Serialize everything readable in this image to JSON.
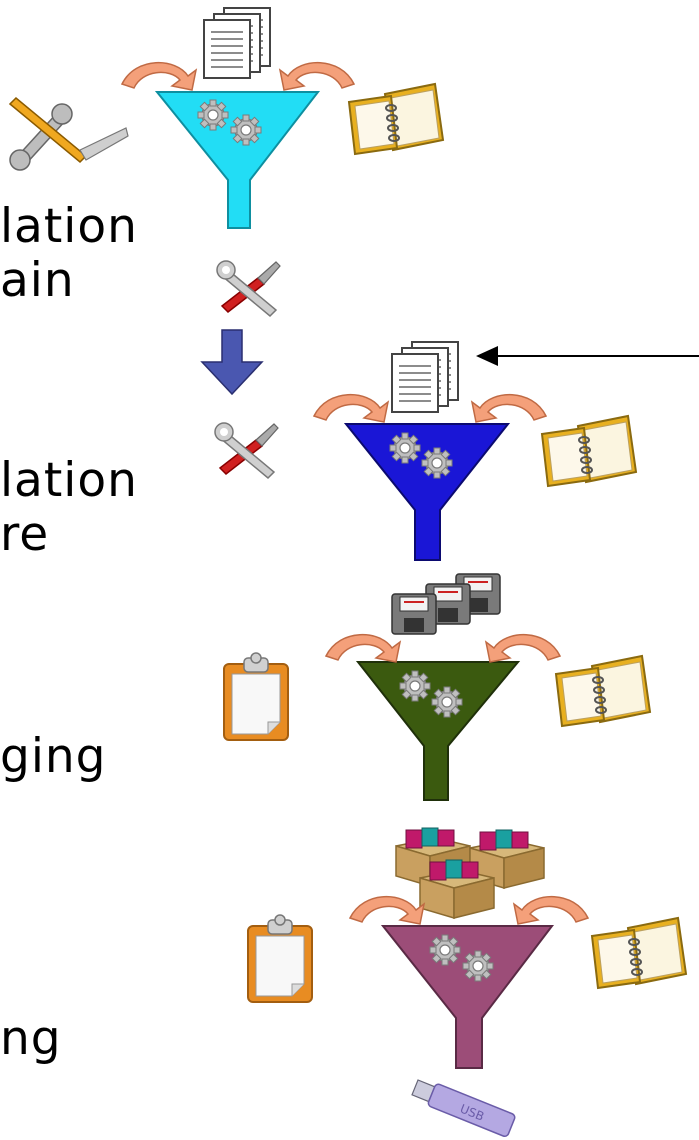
{
  "labels": {
    "stage1_line1": "lation",
    "stage1_line2": "ain",
    "stage2_line1": "lation",
    "stage2_line2": "re",
    "stage3": "ging",
    "stage4": "ng"
  },
  "usb_text": "USB",
  "colors": {
    "funnel_1": "#22ddf5",
    "funnel_2": "#1a16d6",
    "funnel_3": "#3b5a0f",
    "funnel_4": "#9c4d78",
    "curved_arrow": "#f4a07a",
    "down_arrow": "#4a57b0",
    "book": "#e8b020",
    "clipboard": "#e88c22"
  },
  "icons": [
    "document-stack-icon",
    "wrench-screwdriver-icon",
    "book-icon",
    "gear-icon",
    "down-arrow-icon",
    "floppy-disk-icon",
    "clipboard-icon",
    "package-boxes-icon",
    "usb-stick-icon"
  ]
}
